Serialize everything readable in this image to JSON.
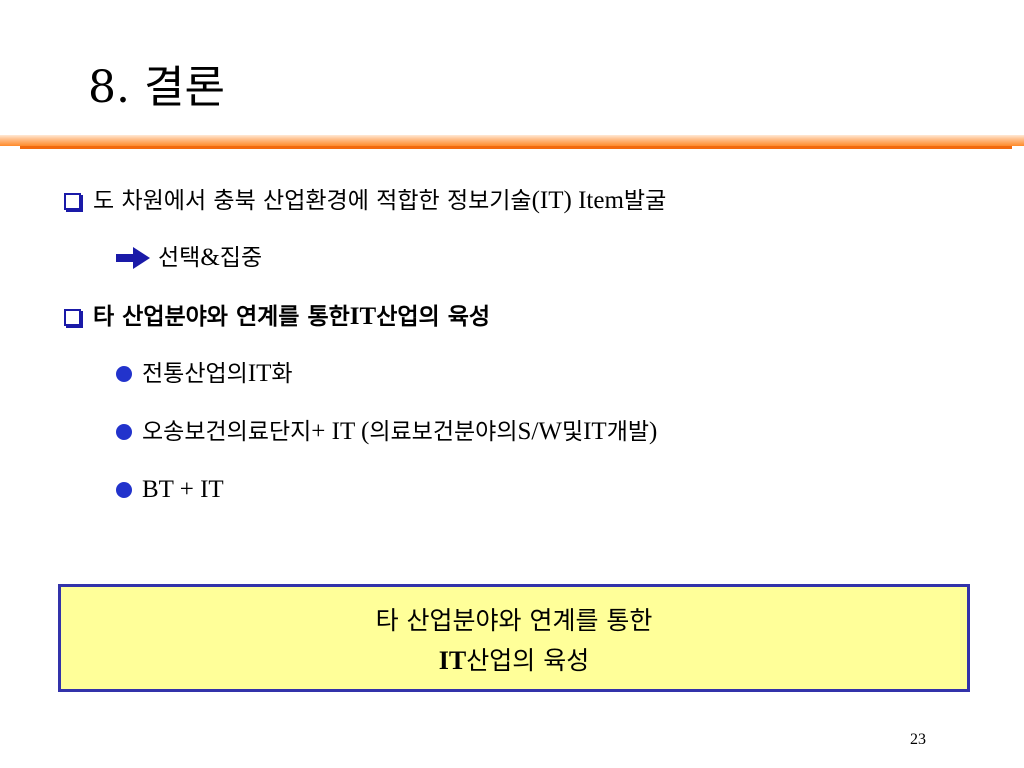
{
  "slide": {
    "title": "8. 결론",
    "page_number": "23",
    "accent_color": "#f26a0f",
    "bullet_color": "#2233cc"
  },
  "bullets": {
    "b1": {
      "icon": "square-bullet-icon",
      "part1": "도 차원에서 충북 산업환경에 적합한 정보기술",
      "part2": "(IT) Item",
      "part3": " 발굴"
    },
    "b1_sub": {
      "icon": "right-arrow-icon",
      "part1": "선택 ",
      "part2": "&",
      "part3": " 집중"
    },
    "b2": {
      "icon": "square-bullet-icon",
      "part1": "타 산업분야와 연계를 통한 ",
      "part2": "IT",
      "part3": "산업의 육성"
    },
    "b2_sub1": {
      "icon": "dot-bullet-icon",
      "part1": "전통산업의 ",
      "part2": "IT",
      "part3": "화"
    },
    "b2_sub2": {
      "icon": "dot-bullet-icon",
      "part1": "오송보건의료단지 ",
      "part2": "+ IT (",
      "part3": "의료보건분야의 ",
      "part4": "S/W",
      "part5": " 및 ",
      "part6": "IT",
      "part7": " 개발",
      "part8": ")"
    },
    "b2_sub3": {
      "icon": "dot-bullet-icon",
      "part1": "BT + IT"
    }
  },
  "callout": {
    "line1": "타 산업분야와 연계를 통한",
    "line2_latin": "IT",
    "line2_rest": "산업의 육성",
    "background": "#ffff99",
    "border": "#3333aa"
  }
}
